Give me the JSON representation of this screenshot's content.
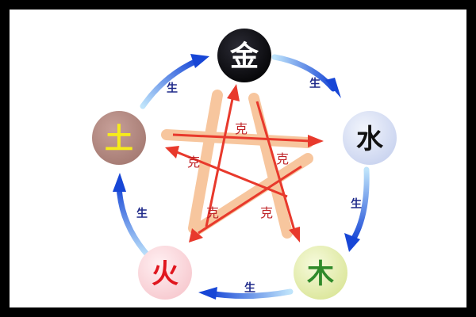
{
  "diagram": {
    "nodes": {
      "metal": {
        "label": "金",
        "fill": "#0d0d12",
        "text_color": "#ffffff"
      },
      "water": {
        "label": "水",
        "fill": "#dde4f6",
        "text_color": "#111111"
      },
      "wood": {
        "label": "木",
        "fill": "#e7efb8",
        "text_color": "#2f8a2a"
      },
      "fire": {
        "label": "火",
        "fill": "#fde0e3",
        "text_color": "#e0161e"
      },
      "earth": {
        "label": "土",
        "fill": "#b58b83",
        "text_color": "#f7ec1a"
      }
    },
    "sheng_label": "生",
    "ke_label": "克",
    "colors": {
      "sheng_arrow": "#2f6fe0",
      "ke_arrow": "#e8392c",
      "ke_band": "#f3a86a"
    }
  }
}
